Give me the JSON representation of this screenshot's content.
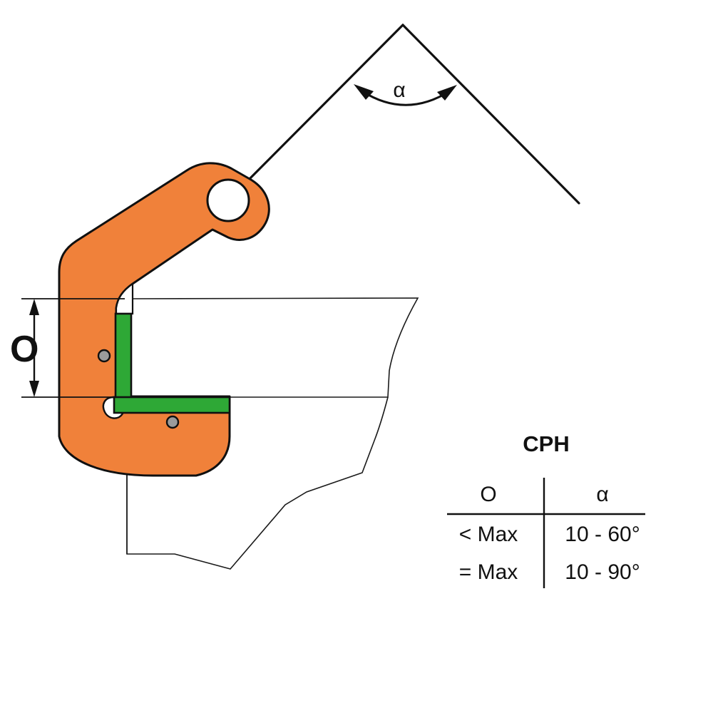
{
  "diagram": {
    "title_visible": false,
    "angle_label": "α",
    "opening_label": "O",
    "colors": {
      "clamp_orange": "#F0813A",
      "pad_green": "#2EA836",
      "outline_black": "#101010",
      "pin_gray": "#9B9B9B",
      "background": "#FFFFFF"
    },
    "parts": [
      {
        "name": "clamp-arm",
        "color": "#F0813A"
      },
      {
        "name": "clamp-jaw",
        "color": "#F0813A"
      },
      {
        "name": "vertical-grip-pad",
        "color": "#2EA836"
      },
      {
        "name": "horizontal-grip-pad",
        "color": "#2EA836"
      },
      {
        "name": "workpiece-profile",
        "color": "#FFFFFF"
      },
      {
        "name": "lifting-eye",
        "color": "#FFFFFF"
      }
    ]
  },
  "table": {
    "title": "CPH",
    "columns": [
      "O",
      "α"
    ],
    "rows": [
      {
        "o": "< Max",
        "alpha": "10 - 60°"
      },
      {
        "o": "= Max",
        "alpha": "10 - 90°"
      }
    ]
  },
  "chart_data": {
    "type": "table",
    "title": "CPH",
    "categories": [
      "O",
      "α"
    ],
    "series": [
      {
        "name": "< Max",
        "values": [
          "10 - 60°"
        ]
      },
      {
        "name": "= Max",
        "values": [
          "10 - 90°"
        ]
      }
    ],
    "annotations": [
      "α",
      "O"
    ],
    "xlabel": "",
    "ylabel": ""
  }
}
